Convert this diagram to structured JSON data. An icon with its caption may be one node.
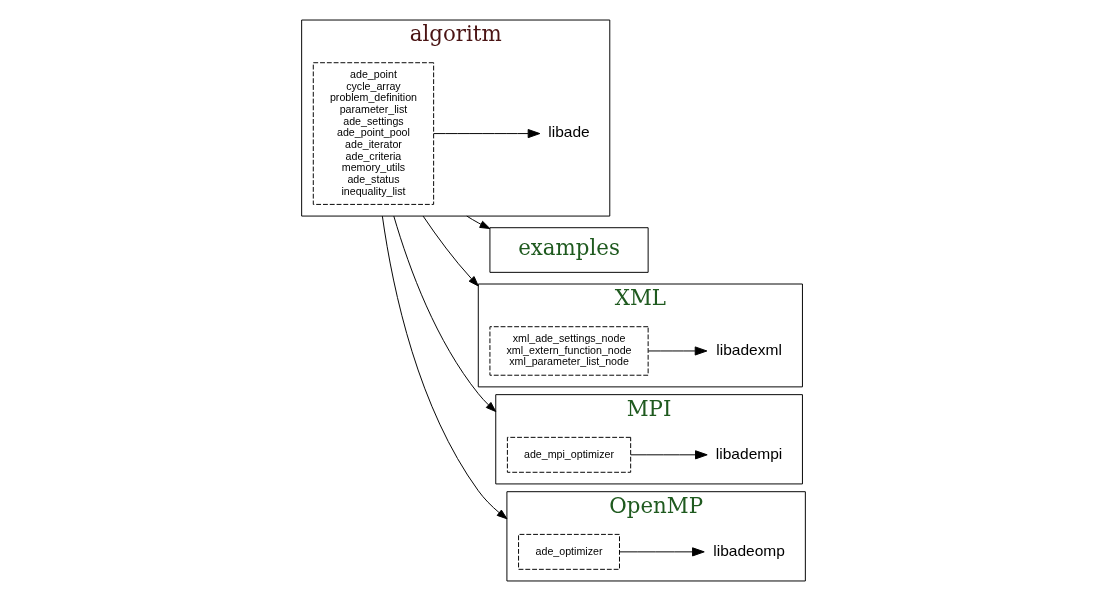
{
  "diagram": {
    "nodes": [
      {
        "text": [
          "examples"
        ]
      },
      {
        "text": [
          "algoritm"
        ]
      },
      {
        "text": [
          "ade_point",
          "cycle_array",
          "problem_definition",
          "parameter_list",
          "ade_settings",
          "ade_point_pool",
          "ade_iterator",
          "ade_criteria",
          "memory_utils",
          "ade_status",
          "inequality_list"
        ],
        "in": 1
      },
      {
        "text": [
          "libade"
        ],
        "in": 1
      },
      {
        "text": [
          "XML"
        ]
      },
      {
        "text": [
          "xml_ade_settings_node",
          "xml_extern_function_node",
          "xml_parameter_list_node"
        ],
        "in": 4
      },
      {
        "text": [
          "libadexml"
        ],
        "in": 4
      },
      {
        "text": [
          "MPI"
        ]
      },
      {
        "text": [
          "ade_mpi_optimizer"
        ],
        "in": 7
      },
      {
        "text": [
          "libadempi"
        ],
        "in": 7
      },
      {
        "text": [
          "OpenMP"
        ]
      },
      {
        "text": [
          "ade_optimizer"
        ],
        "in": 10
      },
      {
        "text": [
          "libadeomp"
        ],
        "in": 10
      }
    ],
    "edges": [
      {
        "from": 1,
        "to": 0,
        "arrow": "to"
      },
      {
        "from": 1,
        "to": 4,
        "arrow": "to"
      },
      {
        "from": 1,
        "to": 7,
        "arrow": "to"
      },
      {
        "from": 1,
        "to": 10,
        "arrow": "to"
      },
      {
        "from": 2,
        "to": 3,
        "arrow": "to"
      },
      {
        "from": 5,
        "to": 6,
        "arrow": "to"
      },
      {
        "from": 8,
        "to": 9,
        "arrow": "to"
      },
      {
        "from": 11,
        "to": 12,
        "arrow": "to"
      }
    ]
  }
}
